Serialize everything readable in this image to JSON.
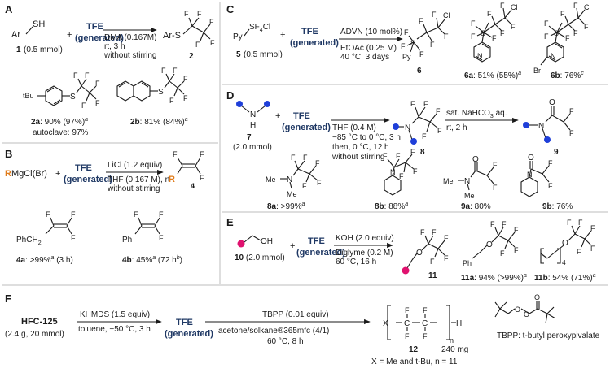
{
  "panels": {
    "A": {
      "label": "A",
      "reactant": "Ar",
      "reactant_sub": "SH",
      "reactant_id": "1",
      "reactant_amount": "(0.5 mmol)",
      "plus": "+",
      "tfe": "TFE",
      "generated": "(generated)",
      "cond1": "DMA (0.167M)",
      "cond2": "rt, 3 h",
      "cond3": "without stirring",
      "product_prefix": "Ar-S",
      "product_id": "2",
      "ex1_sub": "tBu",
      "ex1_id": "2a",
      "ex1_yield": ": 90% (97%)",
      "ex1_note": "a",
      "ex1_extra": "autoclave: 97%",
      "ex2_id": "2b",
      "ex2_yield": ": 81% (84%)",
      "ex2_note": "a"
    },
    "B": {
      "label": "B",
      "reactant_r": "R",
      "reactant_rest": "MgCl(Br)",
      "plus": "+",
      "tfe": "TFE",
      "generated": "(generated)",
      "cond1": "LiCl (1.2 equiv)",
      "cond2": "THF (0.167 M), rt",
      "cond3": "without stirring",
      "product_r": "R",
      "product_id": "4",
      "ex1_text": "PhCH",
      "ex1_sub": "2",
      "ex1_id": "4a",
      "ex1_yield": ": >99%",
      "ex1_note": "a",
      "ex1_time": " (3 h)",
      "ex2_text": "Ph",
      "ex2_id": "4b",
      "ex2_yield": ": 45%",
      "ex2_note": "a",
      "ex2_time": " (72 h",
      "ex2_note2": "b",
      "ex2_close": ")"
    },
    "C": {
      "label": "C",
      "reactant": "Py",
      "reactant_sf": "SF",
      "reactant_sf_sub": "4",
      "reactant_cl": "Cl",
      "reactant_id": "5",
      "reactant_amount": "(0.5 mmol)",
      "plus": "+",
      "tfe": "TFE",
      "generated": "(generated)",
      "cond1": "ADVN (10 mol%)",
      "cond2": "EtOAc (0.25 M)",
      "cond3": "40 °C, 3 days",
      "product_id": "6",
      "ex1_id": "6a",
      "ex1_yield": ": 51% (55%)",
      "ex1_note": "a",
      "ex2_id": "6b",
      "ex2_yield": ": 76%",
      "ex2_note": "c",
      "br": "Br"
    },
    "D": {
      "label": "D",
      "reactant_id": "7",
      "reactant_amount": "(2.0 mmol)",
      "plus": "+",
      "tfe": "TFE",
      "generated": "(generated)",
      "cond1": "THF (0.4 M)",
      "cond2": "−85 °C to 0 °C, 3 h",
      "cond3": "then, 0 °C, 12 h",
      "cond4": "without stirring",
      "product_id": "8",
      "cond5": "sat. NaHCO",
      "cond5_sub": "3",
      "cond5_end": " aq.",
      "cond6": "rt, 2 h",
      "product2_id": "9",
      "ex1_id": "8a",
      "ex1_yield": ": >99%",
      "ex1_note": "a",
      "ex2_id": "8b",
      "ex2_yield": ": 88%",
      "ex2_note": "a",
      "ex3_id": "9a",
      "ex3_yield": ": 80%",
      "ex4_id": "9b",
      "ex4_yield": ": 76%",
      "me": "Me",
      "n": "N",
      "o": "O",
      "h": "H"
    },
    "E": {
      "label": "E",
      "oh": "OH",
      "reactant_id": "10",
      "reactant_amount": " (2.0 mmol)",
      "plus": "+",
      "tfe": "TFE",
      "generated": "(generated)",
      "cond1": "KOH (2.0 equiv)",
      "cond2": "Diglyme (0.2 M)",
      "cond3": "60 °C, 16 h",
      "product_id": "11",
      "ex1_id": "11a",
      "ex1_yield": ": 94% (>99%)",
      "ex1_note": "a",
      "ex2_id": "11b",
      "ex2_yield": ": 54% (71%)",
      "ex2_note": "a",
      "ph": "Ph",
      "sub4": "4"
    },
    "F": {
      "label": "F",
      "reactant": "HFC-125",
      "reactant_amount": "(2.4 g, 20 mmol)",
      "cond1": "KHMDS (1.5 equiv)",
      "cond2": "toluene, −50 °C, 3 h",
      "tfe": "TFE",
      "generated": "(generated)",
      "cond3": "TBPP (0.01 equiv)",
      "cond4": "acetone/solkane®365mfc (4/1)",
      "cond5": "60 °C, 8 h",
      "poly_x": "X",
      "poly_h": "H",
      "poly_n": "n",
      "product_id": "12",
      "mass": "240 mg",
      "note": "X = Me and t-Bu, n = 11",
      "tbpp_label": "TBPP: t-butyl peroxypivalate"
    }
  },
  "atoms": {
    "F": "F",
    "Cl": "Cl",
    "S": "S",
    "N": "N",
    "O": "O"
  },
  "colors": {
    "tfe": "#1f3864",
    "blue_dot": "#1f3fd9",
    "pink_dot": "#e0126f",
    "orange_r": "#e07b1a",
    "divider": "#bdbdbd"
  }
}
